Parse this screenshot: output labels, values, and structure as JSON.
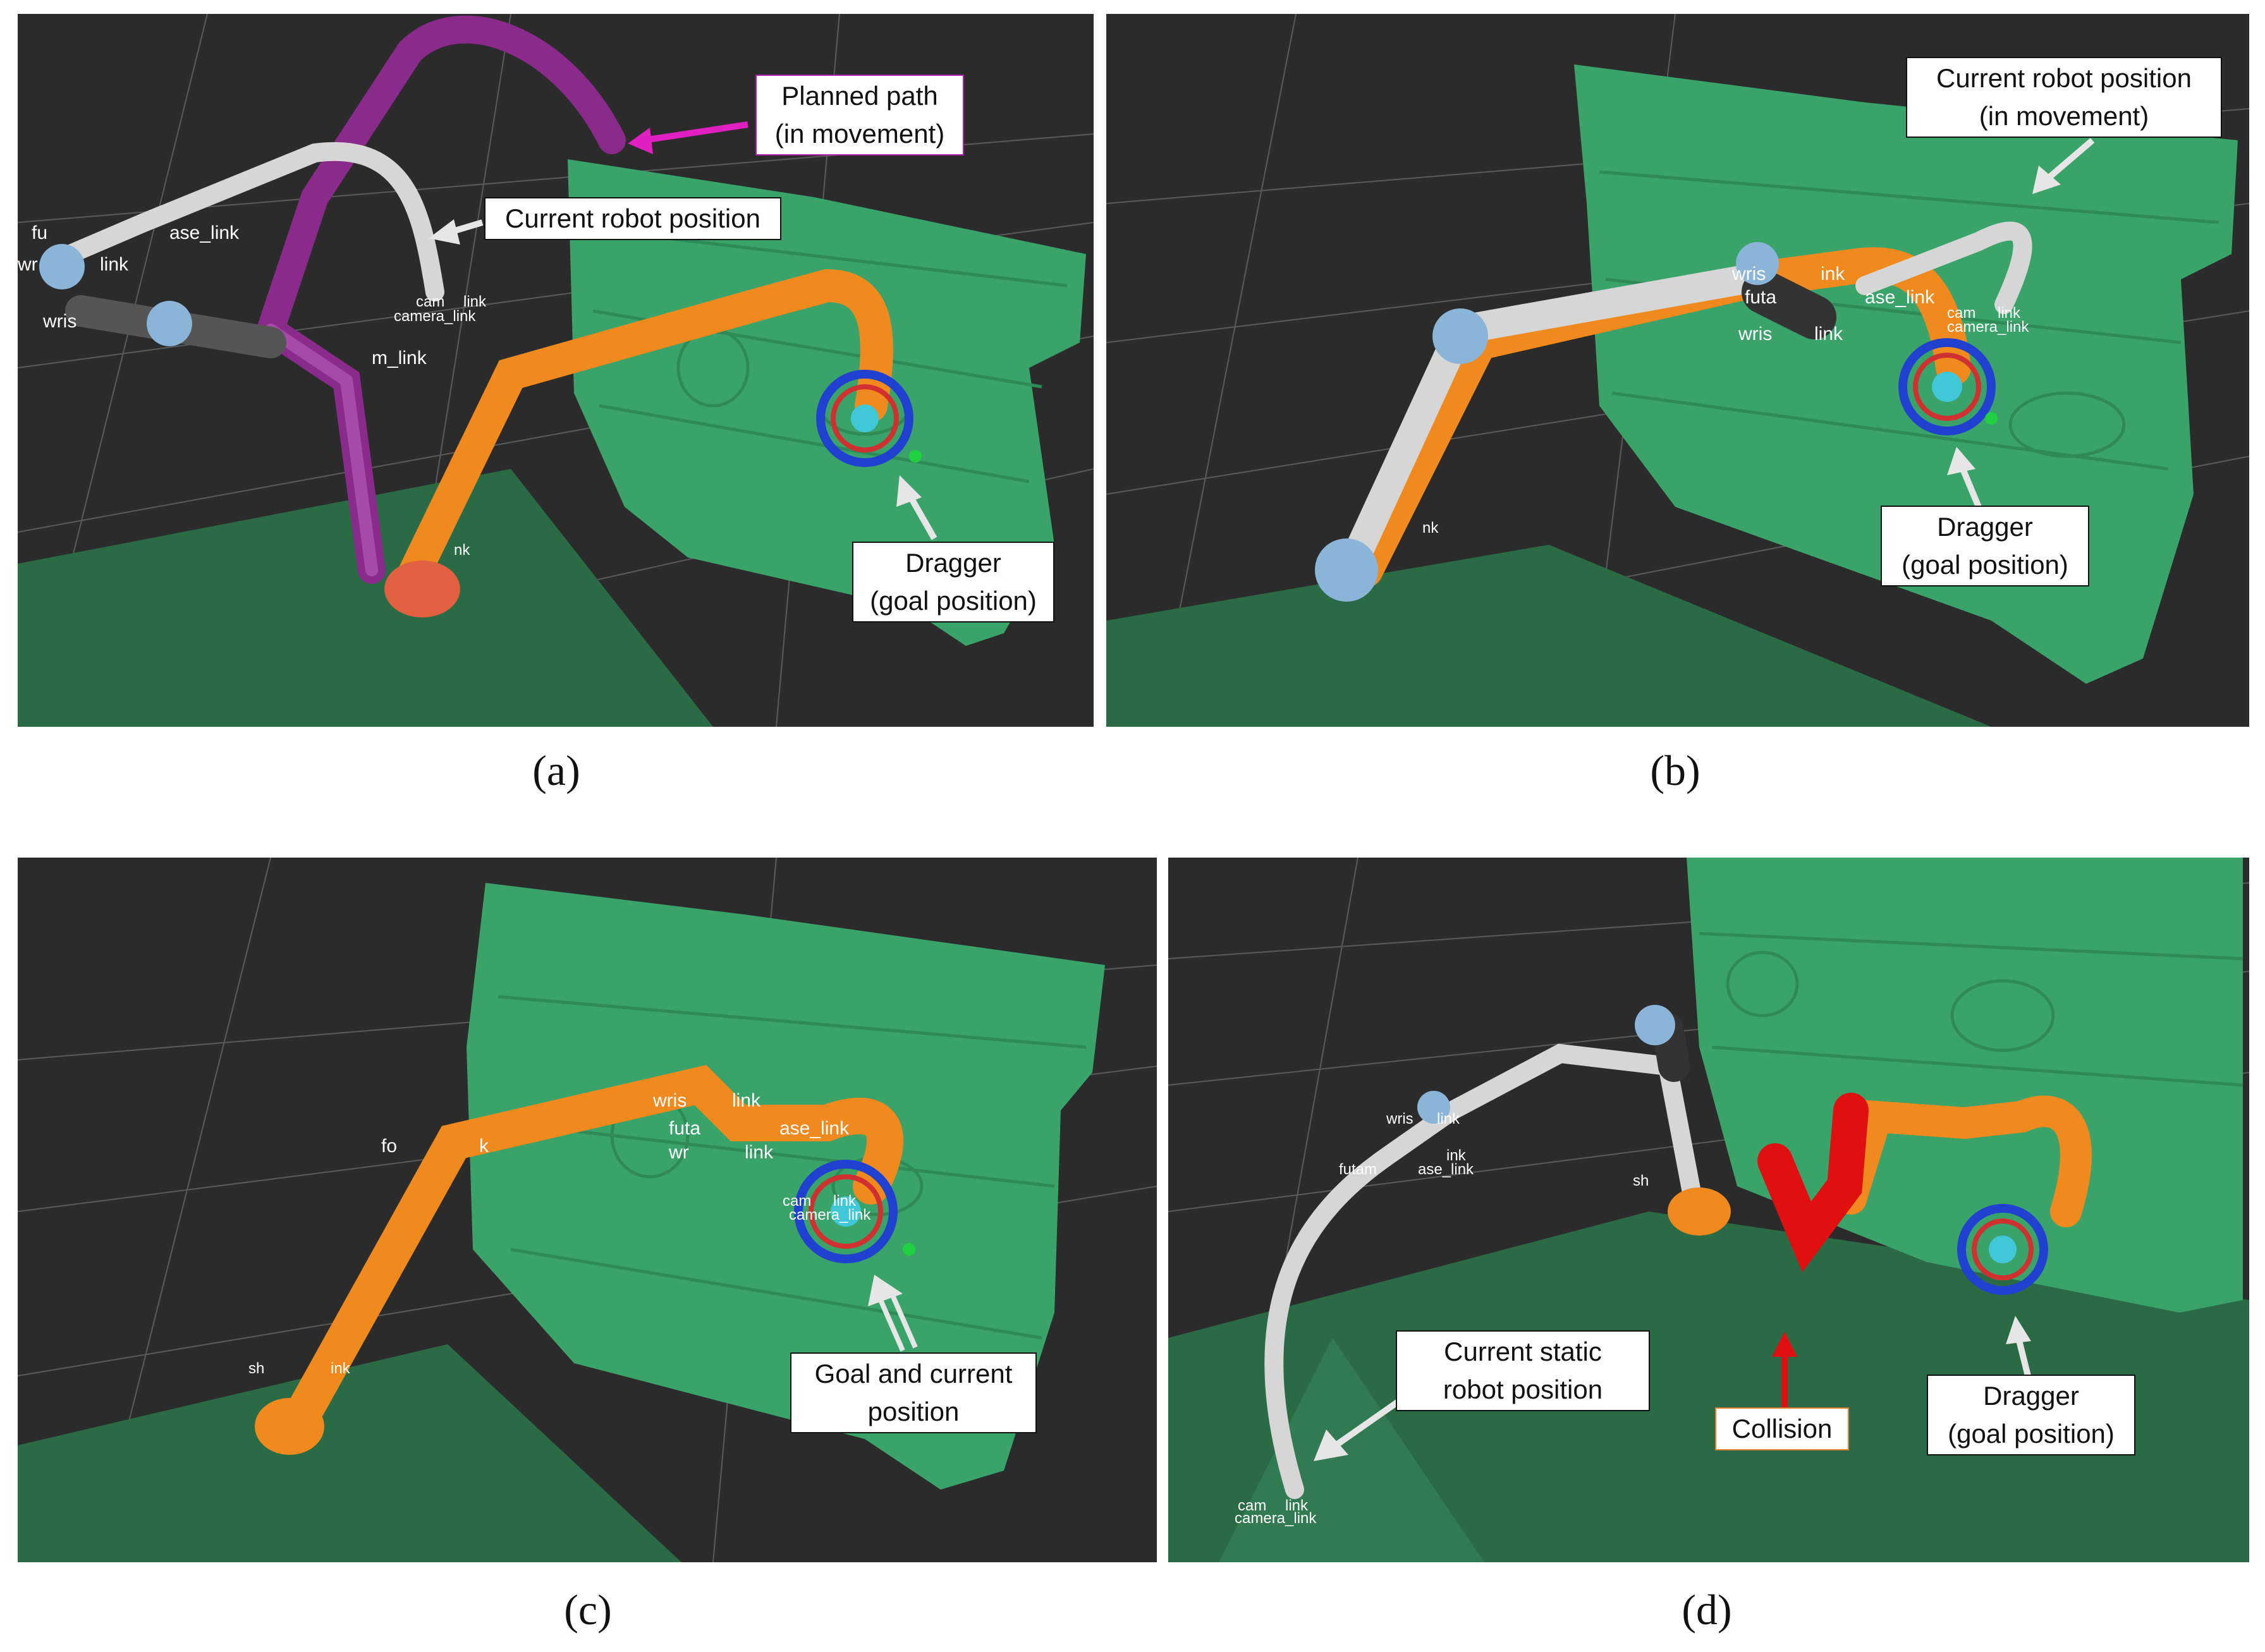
{
  "colors": {
    "background": "#2b2b2b",
    "floor": "#2a6b45",
    "wall": "#3aa36a",
    "robot_orange": "#f0891e",
    "robot_grey": "#cfcfcf",
    "robot_purple": "#8a2a8a",
    "collision_red": "#e01010",
    "arrow_magenta": "#e020c0",
    "arrow_white": "#e6e6e6"
  },
  "panels": {
    "a": {
      "caption": "(a)",
      "labels": {
        "planned_path": [
          "Planned path",
          "(in movement)"
        ],
        "current_robot": [
          "Current robot position"
        ],
        "dragger": [
          "Dragger",
          "(goal position)"
        ]
      },
      "frames": [
        "fu",
        "ase_link",
        "wr",
        "link",
        "wris",
        "cam",
        "link",
        "camera_link",
        "m_link",
        "nk"
      ]
    },
    "b": {
      "caption": "(b)",
      "labels": {
        "current_robot": [
          "Current robot position",
          "(in movement)"
        ],
        "dragger": [
          "Dragger",
          "(goal position)"
        ]
      },
      "frames": [
        "wris",
        "ink",
        "futa",
        "ase_link",
        "wris",
        "link",
        "cam",
        "link",
        "camera_link",
        "nk"
      ]
    },
    "c": {
      "caption": "(c)",
      "labels": {
        "goal_current": [
          "Goal and current",
          "position"
        ]
      },
      "frames": [
        "wris",
        "link",
        "futa",
        "ase_link",
        "wr",
        "link",
        "fo",
        "k",
        "cam",
        "link",
        "camera_link",
        "sh",
        "ink"
      ]
    },
    "d": {
      "caption": "(d)",
      "labels": {
        "current_static": [
          "Current static",
          "robot position"
        ],
        "collision": [
          "Collision"
        ],
        "dragger": [
          "Dragger",
          "(goal position)"
        ]
      },
      "frames": [
        "wris",
        "link",
        "futam",
        "ase_link",
        "ink",
        "camera_link",
        "cam",
        "link",
        "sh"
      ]
    }
  }
}
